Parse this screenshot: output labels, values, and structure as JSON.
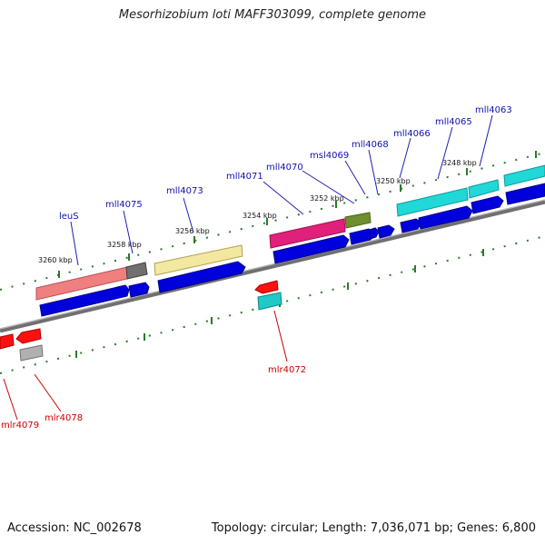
{
  "title": "Mesorhizobium loti MAFF303099, complete genome",
  "footer": {
    "accession": "Accession: NC_002678",
    "summary": "Topology: circular; Length: 7,036,071 bp; Genes: 6,800"
  },
  "ticks": [
    "3260 kbp",
    "3258 kbp",
    "3256 kbp",
    "3254 kbp",
    "3252 kbp",
    "3250 kbp",
    "3248 kbp"
  ],
  "gene_labels_forward": [
    "leuS",
    "mll4075",
    "mll4073",
    "mll4071",
    "mll4070",
    "msl4069",
    "mll4068",
    "mll4066",
    "mll4065",
    "mll4063"
  ],
  "gene_labels_reverse": [
    "mlr4072",
    "mlr4078",
    "mlr4079"
  ],
  "colors": {
    "backbone": "#808080",
    "cds": "#0000dd",
    "tick": "#2a7a2a",
    "label_forward": "#1010b0",
    "label_reverse": "#cc0000"
  }
}
